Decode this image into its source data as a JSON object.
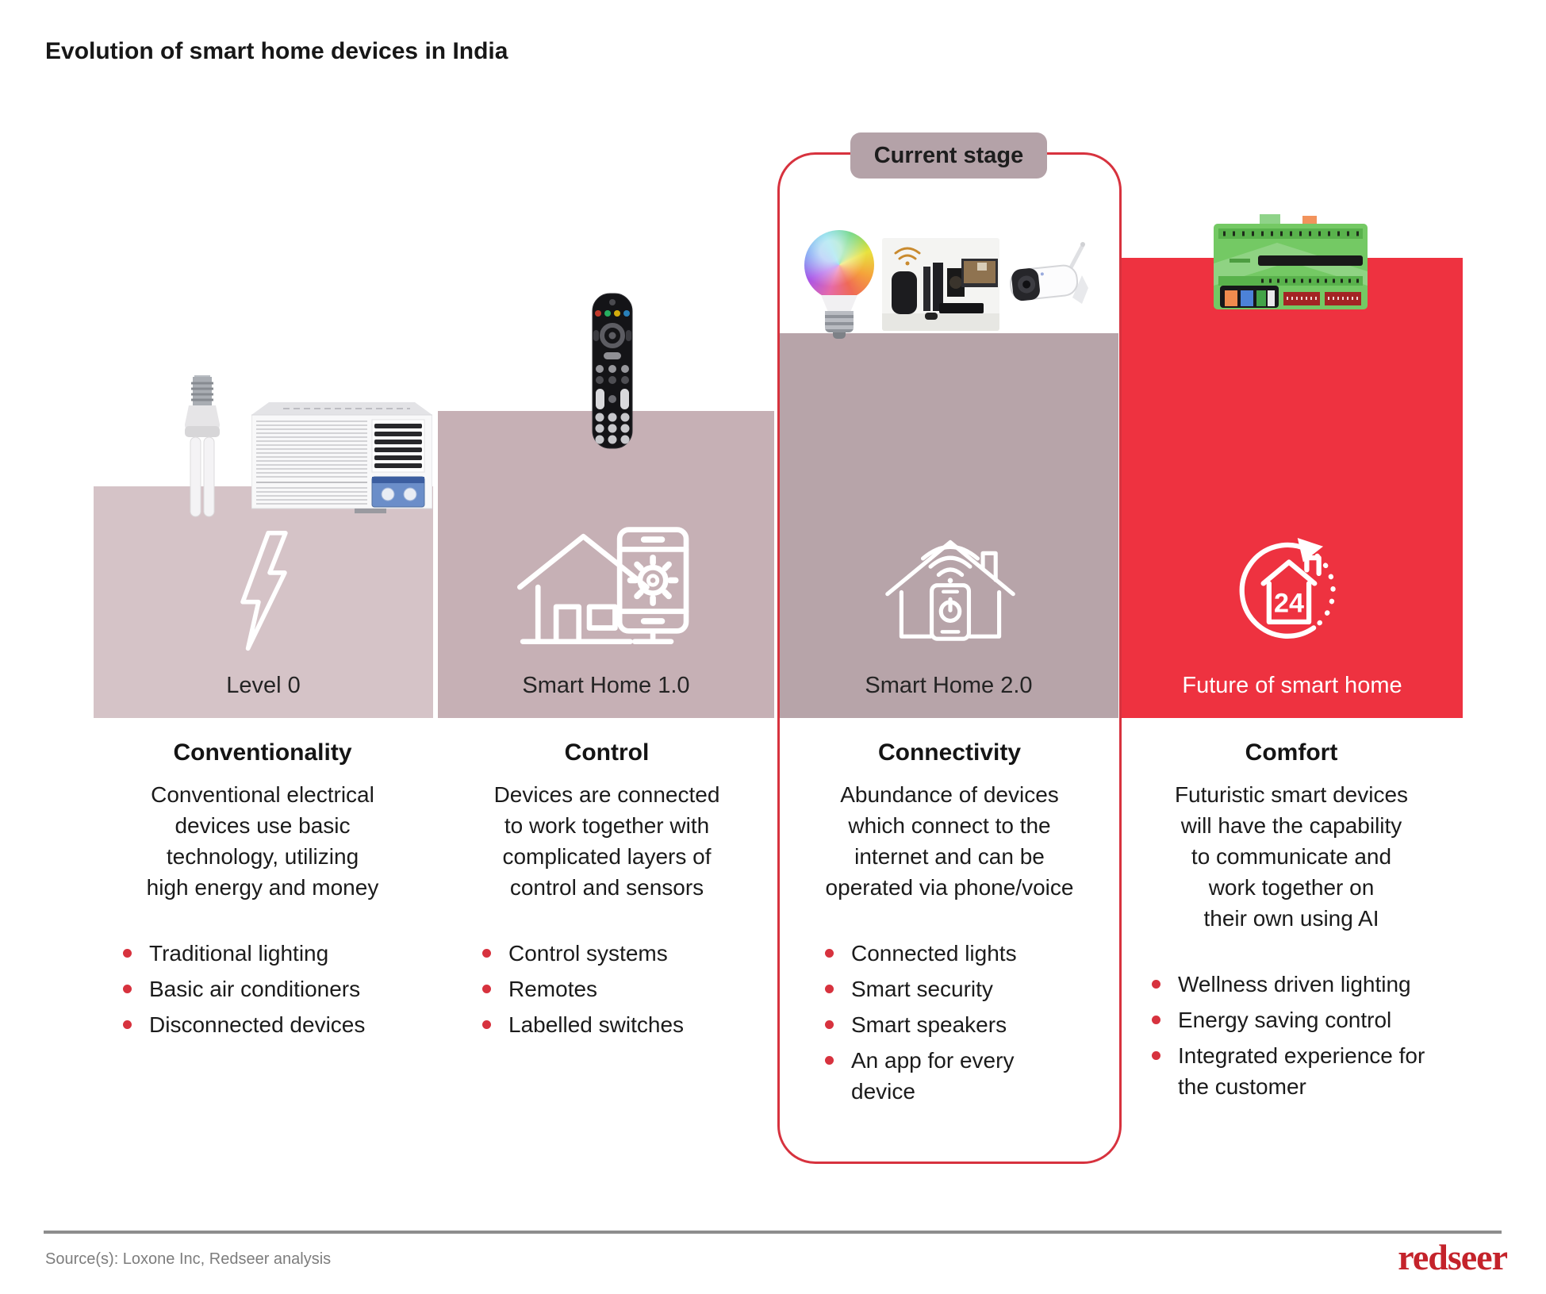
{
  "title": "Evolution of smart home devices in India",
  "current_stage": {
    "label": "Current stage",
    "applies_to": "Smart Home 2.0"
  },
  "stages": [
    {
      "label": "Level 0",
      "heading": "Conventionality",
      "description": "Conventional electrical devices use basic technology, utilizing high energy and money",
      "bullets": [
        "Traditional lighting",
        "Basic air conditioners",
        "Disconnected devices"
      ],
      "devices": [
        "cfl-bulb",
        "window-air-conditioner"
      ],
      "icon": "lightning-bolt-icon"
    },
    {
      "label": "Smart Home 1.0",
      "heading": "Control",
      "description": "Devices are connected to work together with complicated layers of control and sensors",
      "bullets": [
        "Control systems",
        "Remotes",
        "Labelled switches"
      ],
      "devices": [
        "tv-remote"
      ],
      "icon": "house-phone-gear-icon"
    },
    {
      "label": "Smart Home 2.0",
      "heading": "Connectivity",
      "description": "Abundance of devices which connect to the internet and can be operated via phone/voice",
      "bullets": [
        "Connected lights",
        "Smart security",
        "Smart speakers",
        "An app for every device"
      ],
      "devices": [
        "rgb-smart-bulb",
        "home-theater-photo",
        "security-camera"
      ],
      "icon": "house-wifi-phone-icon",
      "is_current": true
    },
    {
      "label": "Future of smart home",
      "heading": "Comfort",
      "description": "Futuristic smart devices will have the capability to communicate and work together on their own using AI",
      "bullets": [
        "Wellness driven lighting",
        "Energy saving control",
        "Integrated experience for the customer"
      ],
      "devices": [
        "automation-controller"
      ],
      "icon": "house-24-loop-icon",
      "icon_text": "24"
    }
  ],
  "footer": {
    "source": "Source(s): Loxone Inc, Redseer analysis",
    "brand": "redseer"
  },
  "colors": {
    "stage1_bg": "#d5c3c7",
    "stage2_bg": "#c6b0b5",
    "stage3_bg": "#b7a4a9",
    "stage4_bg": "#ee3240",
    "accent_red": "#d7323e",
    "badge_bg": "#b4a2a8",
    "text_dark": "#1b1b1b",
    "footer_gray": "#7d7d7d",
    "logo_red": "#c4232b"
  }
}
